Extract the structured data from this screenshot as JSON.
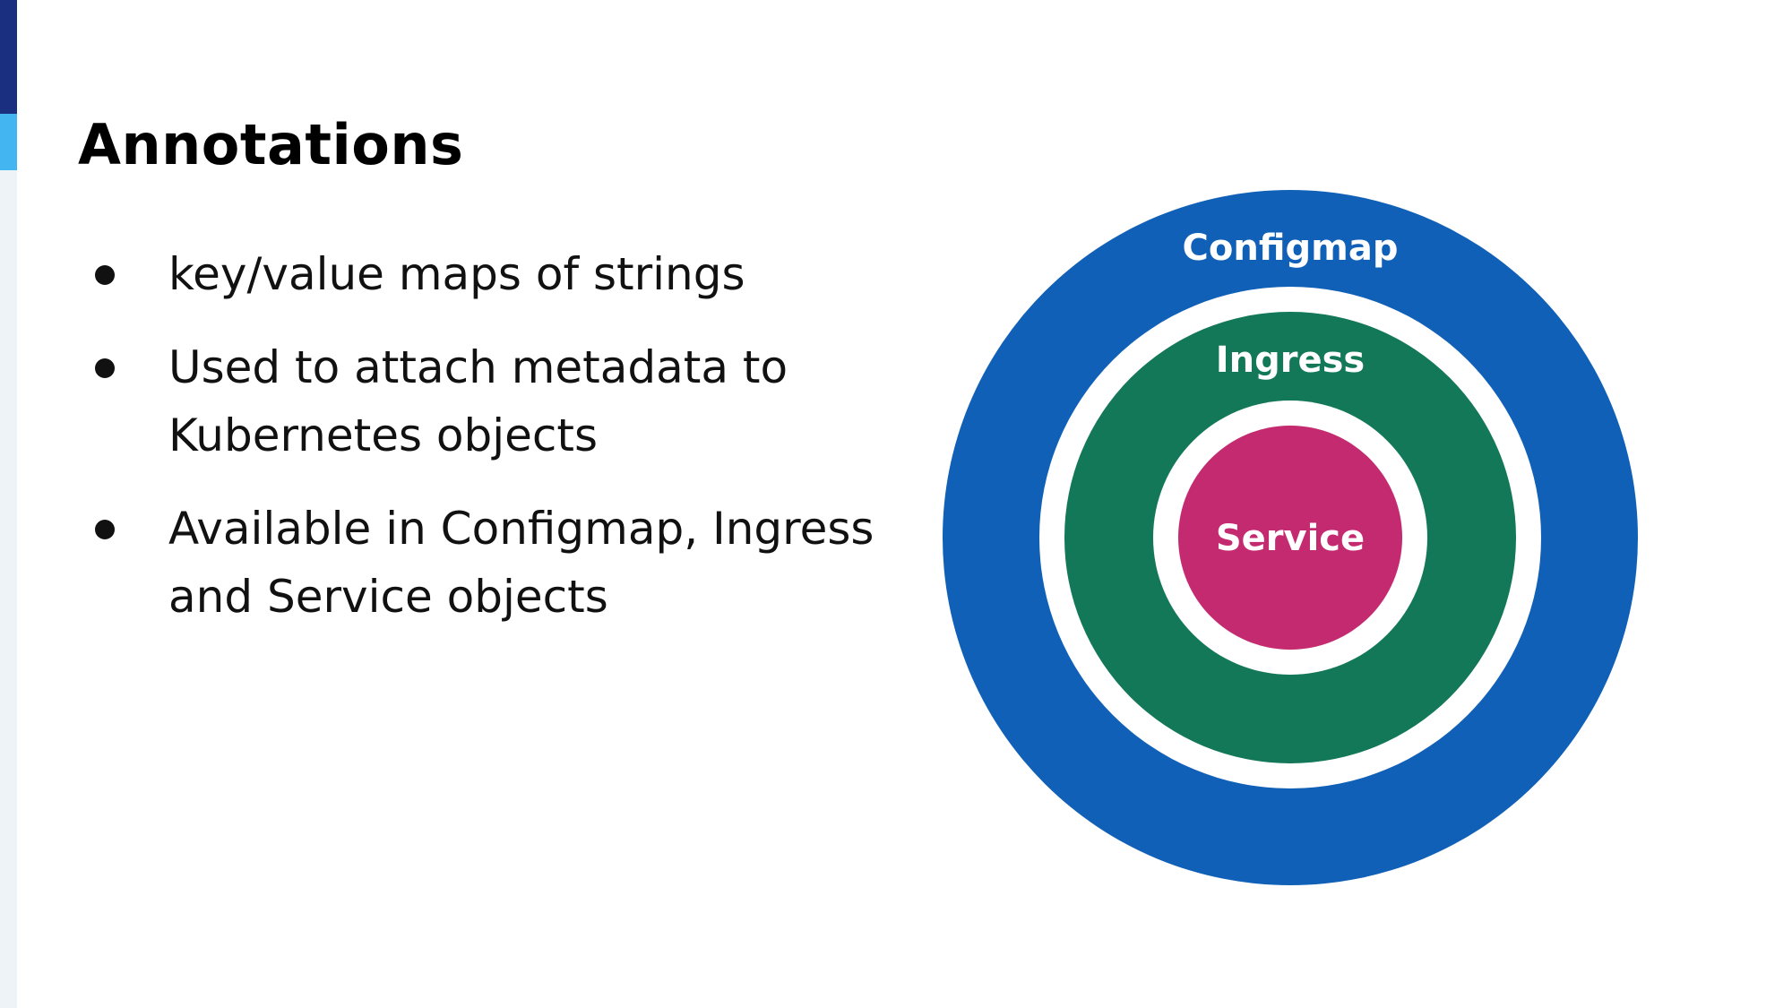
{
  "slide": {
    "title": "Annotations",
    "bullets": [
      "key/value maps of strings",
      "Used to attach metadata to Kubernetes objects",
      "Available in Configmap, Ingress and Service objects"
    ]
  },
  "diagram": {
    "rings": [
      {
        "label": "Configmap",
        "color": "#1160b8"
      },
      {
        "label": "Ingress",
        "color": "#127857"
      },
      {
        "label": "Service",
        "color": "#c42a6f"
      }
    ],
    "gap_color": "#ffffff"
  },
  "colors": {
    "edge_dark": "#1a2f80",
    "edge_light": "#43b6f2",
    "edge_base": "#eef3f7"
  }
}
